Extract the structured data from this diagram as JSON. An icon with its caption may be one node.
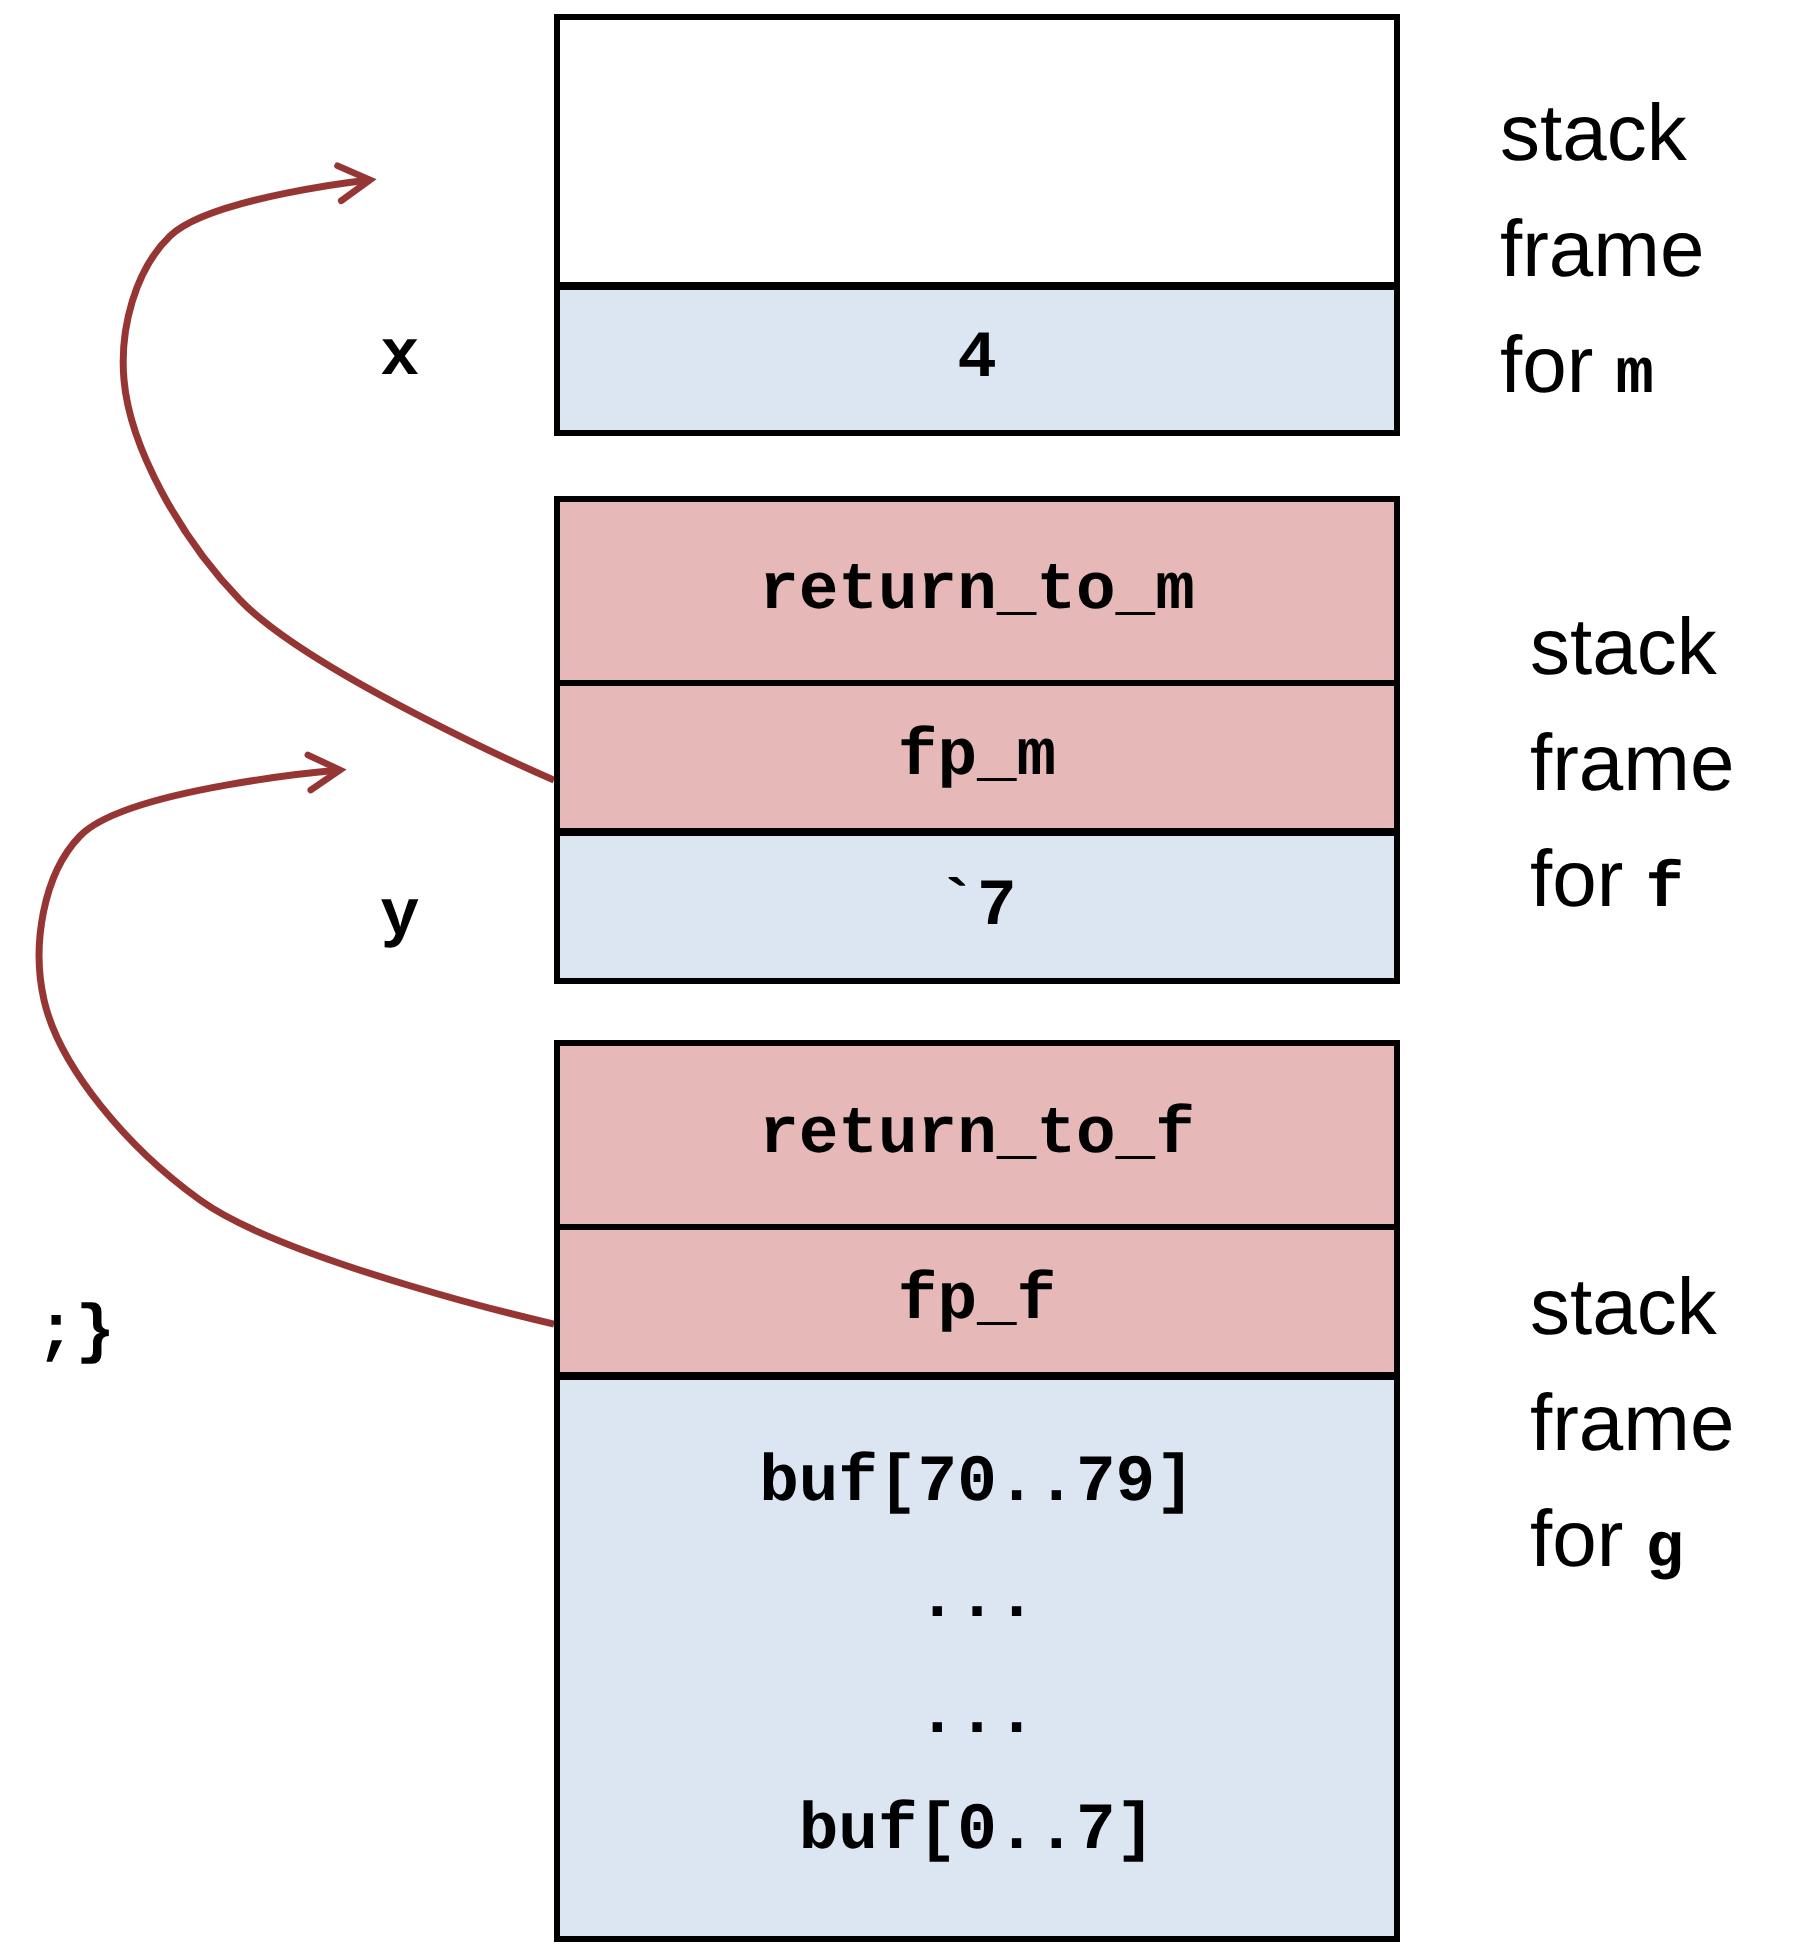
{
  "diagram": {
    "nodes": [
      {
        "text": [],
        "shape": "box"
      },
      {
        "text": [
          "4"
        ],
        "beside": [
          "x"
        ]
      },
      {
        "text": [
          "return_to_m"
        ]
      },
      {
        "text": [
          "fp_m"
        ]
      },
      {
        "text": [
          "`7"
        ],
        "beside": [
          "y"
        ]
      },
      {
        "text": [
          "return_to_f"
        ]
      },
      {
        "text": [
          "fp_f"
        ]
      },
      {
        "text": [
          "buf[70..79]",
          "...",
          "...",
          "buf[0..7]"
        ]
      }
    ],
    "edges": [
      {
        "from": 3,
        "to": null,
        "arrow": "to"
      },
      {
        "from": 6,
        "to": null,
        "arrow": "to"
      }
    ],
    "labels": [
      "stack frame for **m**",
      "stack frame for **f**",
      ";}",
      "stack frame for **g**"
    ]
  }
}
